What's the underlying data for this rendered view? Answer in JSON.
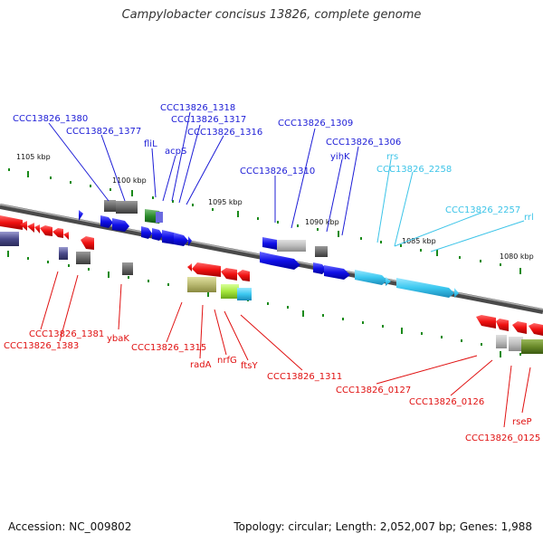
{
  "title": "Campylobacter concisus 13826, complete genome",
  "footer": {
    "accession": "Accession: NC_009802",
    "topology": "Topology: circular; Length: 2,052,007 bp; Genes: 1,988"
  },
  "colors": {
    "forward_label": "#1c1cd6",
    "reverse_label": "#e01010",
    "rna_label": "#3cc4e8"
  },
  "scale_labels": [
    "1105 kbp",
    "1100 kbp",
    "1095 kbp",
    "1090 kbp",
    "1085 kbp",
    "1080 kbp"
  ],
  "top_labels": {
    "l1380": "CCC13826_1380",
    "l1377": "CCC13826_1377",
    "fliL": "fliL",
    "acpS": "acpS",
    "l1318": "CCC13826_1318",
    "l1317": "CCC13826_1317",
    "l1316": "CCC13826_1316",
    "l1309": "CCC13826_1309",
    "l1306": "CCC13826_1306",
    "l1310": "CCC13826_1310",
    "yihK": "yihK",
    "rrs": "rrs",
    "l2258": "CCC13826_2258",
    "l2257": "CCC13826_2257",
    "rrl": "rrl"
  },
  "bottom_labels": {
    "l1381": "CCC13826_1381",
    "l1383": "CCC13826_1383",
    "ybaK": "ybaK",
    "l1315": "CCC13826_1315",
    "radA": "radA",
    "nrfG": "nrfG",
    "ftsY": "ftsY",
    "l1311": "CCC13826_1311",
    "l0127": "CCC13826_0127",
    "l0126": "CCC13826_0126",
    "rseP": "rseP",
    "l0125": "CCC13826_0125"
  }
}
